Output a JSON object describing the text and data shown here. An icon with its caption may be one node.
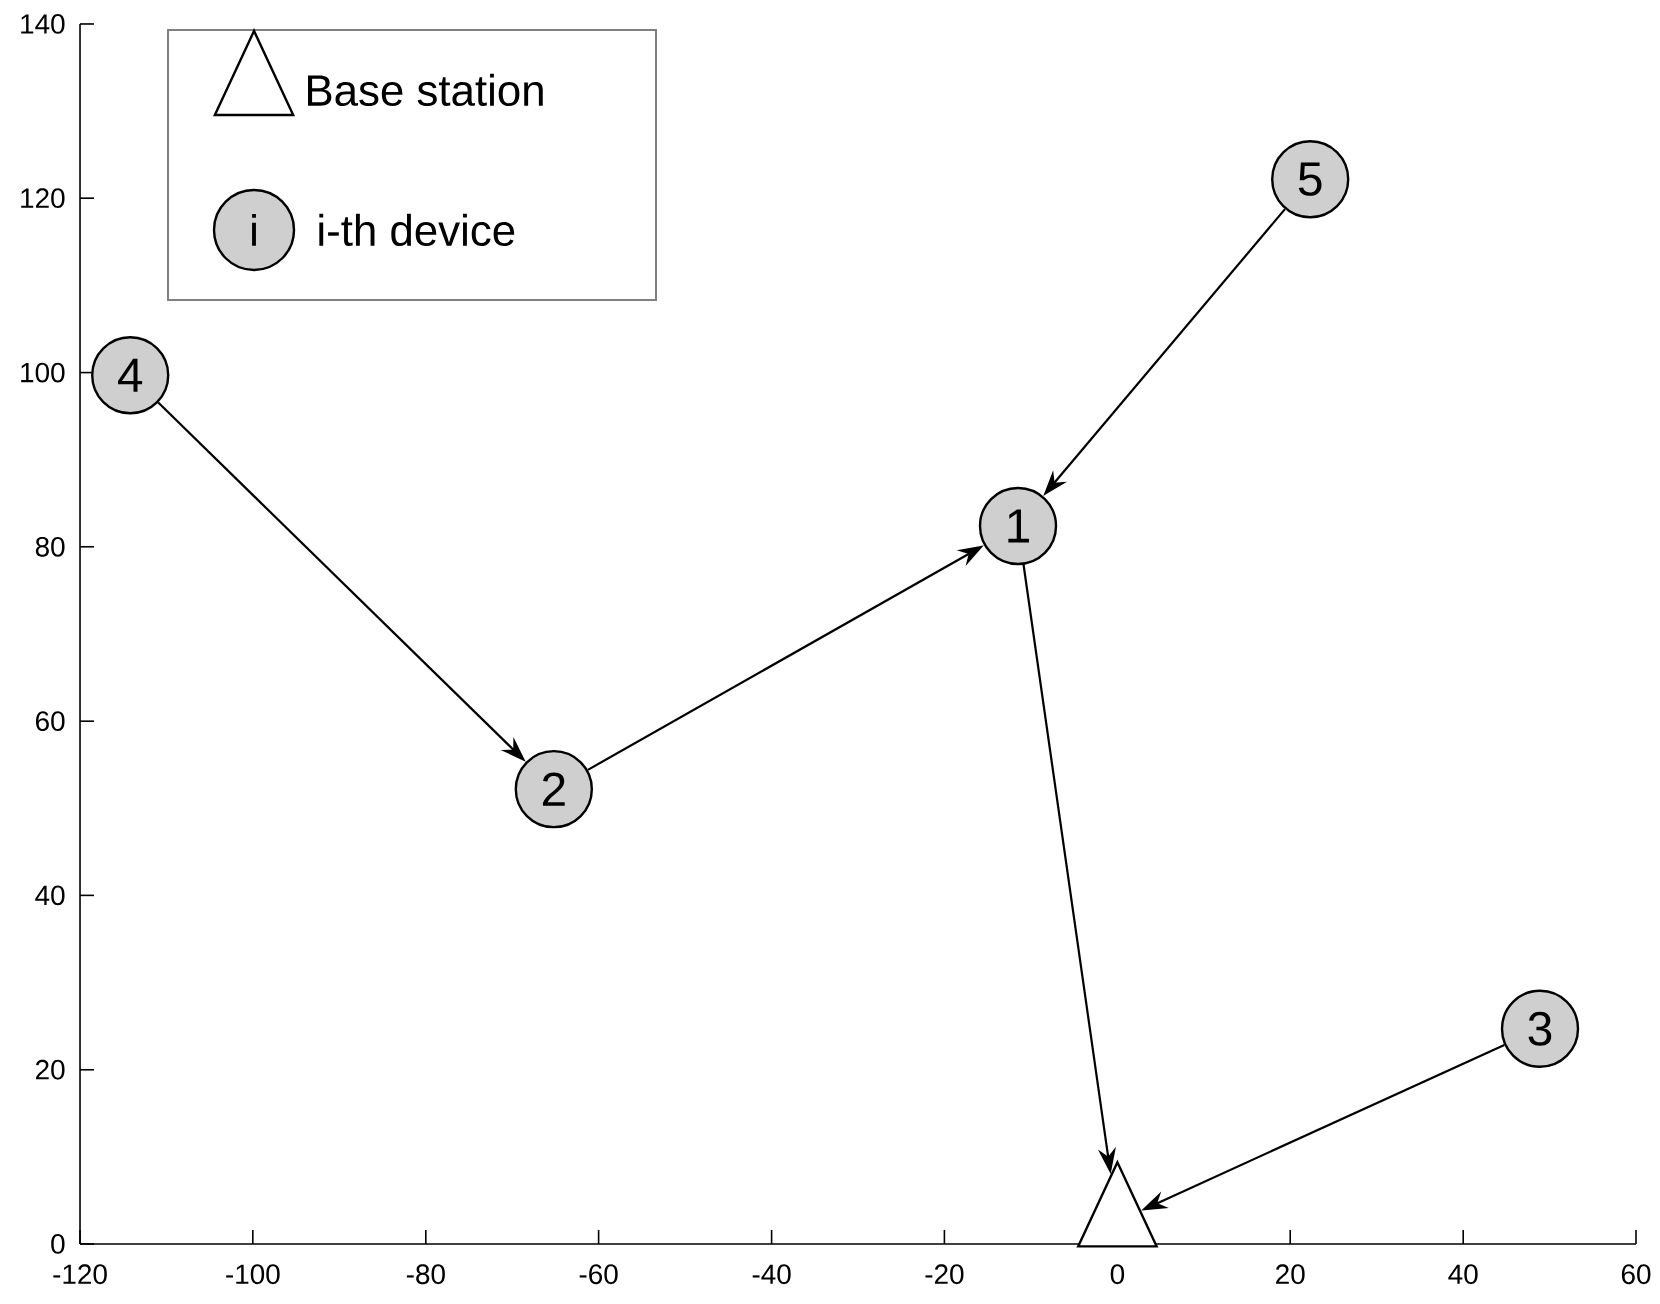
{
  "diagram": {
    "nodes": [
      {
        "text": [
          "5"
        ]
      },
      {
        "text": [
          "4"
        ]
      },
      {
        "text": [
          "1"
        ]
      },
      {
        "text": [
          "2"
        ]
      },
      {
        "text": [
          "3"
        ]
      },
      {
        "text": [],
        "shape": "triangle"
      }
    ],
    "edges": [
      {
        "from": 1,
        "to": 3,
        "arrow": "to"
      },
      {
        "from": 3,
        "to": 2,
        "arrow": "to"
      },
      {
        "from": 0,
        "to": 2,
        "arrow": "to"
      },
      {
        "from": 2,
        "to": 5,
        "arrow": "to"
      },
      {
        "from": 4,
        "to": 5,
        "arrow": "to"
      }
    ],
    "labels": [
      "i"
    ],
    "legend": [
      {
        "text": "Base station"
      },
      {
        "text": "i-th device"
      }
    ],
    "chart_data": {
      "type": "scatter",
      "xlim": [
        -120,
        60
      ],
      "ylim": [
        0,
        140
      ],
      "xticks": [
        -120,
        -100,
        -80,
        -60,
        -40,
        -20,
        0,
        20,
        40,
        60
      ],
      "yticks": [
        0,
        20,
        40,
        60,
        80,
        100,
        120,
        140
      ]
    }
  }
}
